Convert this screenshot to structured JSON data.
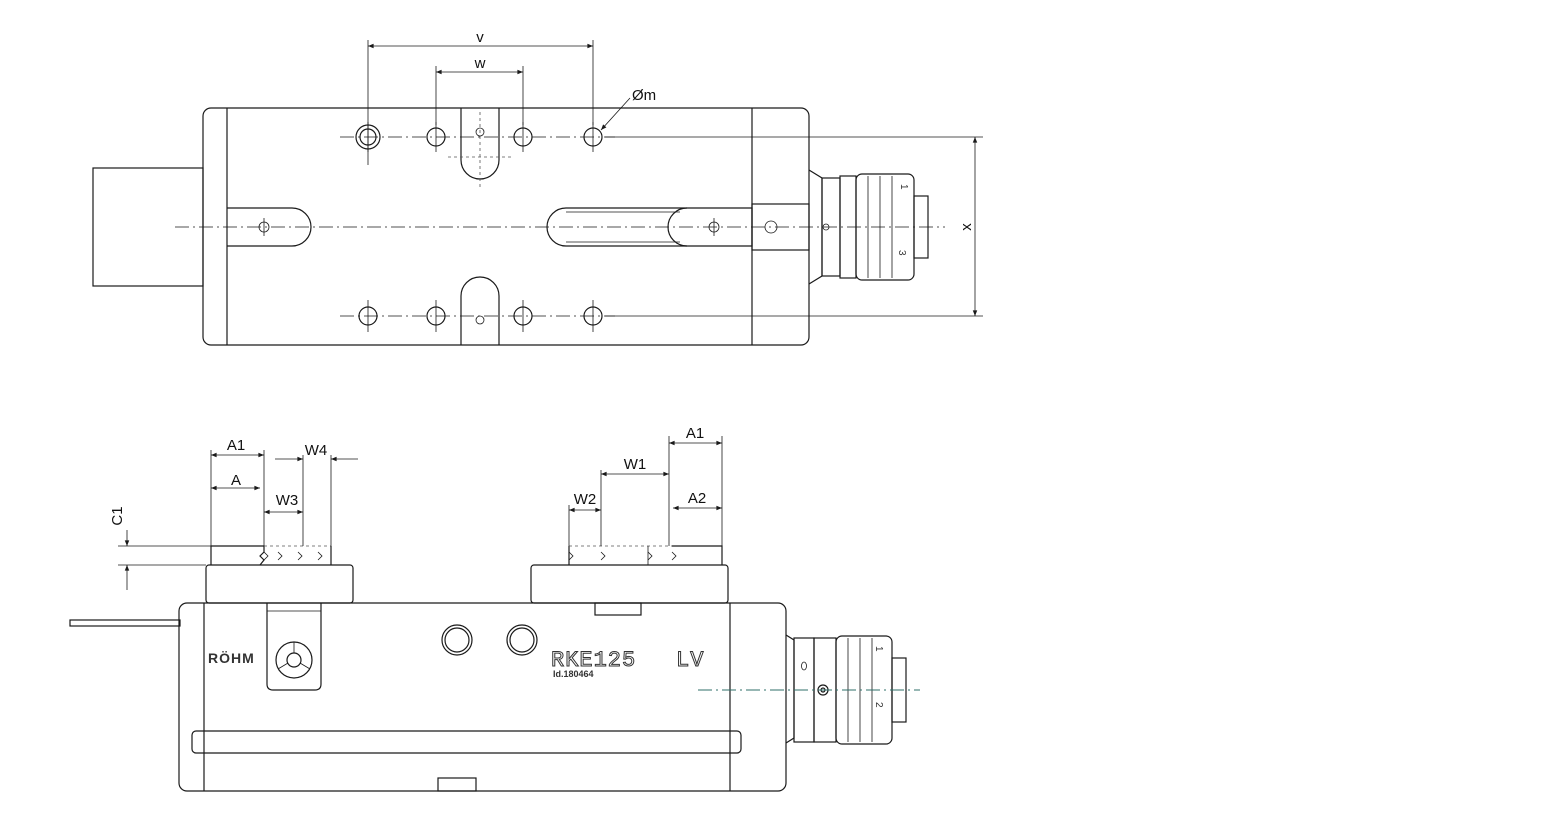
{
  "top_view": {
    "dims": {
      "v": "v",
      "w": "w",
      "om": "Øm",
      "x": "x"
    },
    "scale_numbers": {
      "n1": "1",
      "n2": "3"
    }
  },
  "side_view": {
    "dims": {
      "a1_left": "A1",
      "a": "A",
      "w4": "W4",
      "w3": "W3",
      "c1": "C1",
      "w1": "W1",
      "a1_right": "A1",
      "w2": "W2",
      "a2": "A2"
    },
    "brand": "RÖHM",
    "model": "RKE125",
    "suffix": "LV",
    "id_label": "Id.180464",
    "scale_numbers": {
      "n1": "1",
      "n2": "2"
    }
  },
  "colors": {
    "line": "#1a1a1a",
    "centerline_accent": "#2f6f6a"
  }
}
